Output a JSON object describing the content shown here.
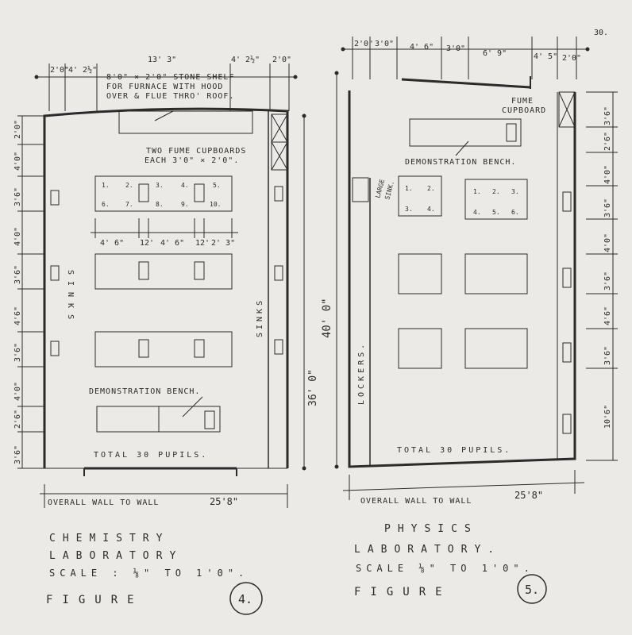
{
  "page_number": "30.",
  "chemistry": {
    "top_dims": [
      "2'0\"",
      "4' 2½\"",
      "13' 3\"",
      "4' 2½\"",
      "2'0\""
    ],
    "shelf_note": [
      "8'0\" × 2'0\" STONE SHELF",
      "FOR FURNACE WITH HOOD",
      "OVER & FLUE THRO' ROOF."
    ],
    "fume_note": [
      "TWO FUME CUPBOARDS",
      "EACH 3'0\" × 2'0\"."
    ],
    "bench_numbers_top": [
      "1.",
      "2.",
      "3.",
      "4.",
      "5."
    ],
    "bench_numbers_bottom": [
      "6.",
      "7.",
      "8.",
      "9.",
      "10."
    ],
    "mid_dims": [
      "4' 6\"",
      "12'",
      "4' 6\"",
      "12'",
      "2' 3\""
    ],
    "left_dims": [
      "2'0\"",
      "4'0\"",
      "3'6\"",
      "4'0\"",
      "3'6\"",
      "4'6\"",
      "3'6\"",
      "4'0\"",
      "2'6\"",
      "3'6\""
    ],
    "sinks_left": "SINKS",
    "sinks_right": "SINKS",
    "demo_bench": "DEMONSTRATION BENCH.",
    "total": "TOTAL  30 PUPILS.",
    "depth_dim": "36' 0\"",
    "overall": "OVERALL WALL TO WALL",
    "overall_dim": "25'8\"",
    "title": "CHEMISTRY",
    "subtitle": "LABORATORY",
    "scale": "SCALE : ⅛\" TO 1'0\".",
    "figure_label": "FIGURE",
    "figure_number": "4."
  },
  "physics": {
    "top_dims": [
      "2'0\"",
      "3'0\"",
      "4' 6\"",
      "3'0\"",
      "6' 9\"",
      "4' 5\"",
      "2'0\""
    ],
    "fume_note": [
      "FUME",
      "CUPBOARD"
    ],
    "demo_bench": "DEMONSTRATION BENCH.",
    "bench_a": [
      "1.",
      "2.",
      "3.",
      "4."
    ],
    "bench_b": [
      "1.",
      "2.",
      "3.",
      "4.",
      "5.",
      "6."
    ],
    "large_sink": [
      "LARGE",
      "SINK."
    ],
    "lockers": "LOCKERS.",
    "depth_dim": "40' 0\"",
    "right_dims": [
      "3'6\"",
      "2'6\"",
      "4'0\"",
      "3'6\"",
      "4'0\"",
      "3'6\"",
      "4'6\"",
      "3'6\"",
      "10'6\""
    ],
    "total": "TOTAL  30 PUPILS.",
    "overall": "OVERALL WALL TO WALL",
    "overall_dim": "25'8\"",
    "title": "PHYSICS",
    "subtitle": "LABORATORY.",
    "scale": "SCALE ⅛\" TO 1'0\".",
    "figure_label": "FIGURE",
    "figure_number": "5."
  }
}
